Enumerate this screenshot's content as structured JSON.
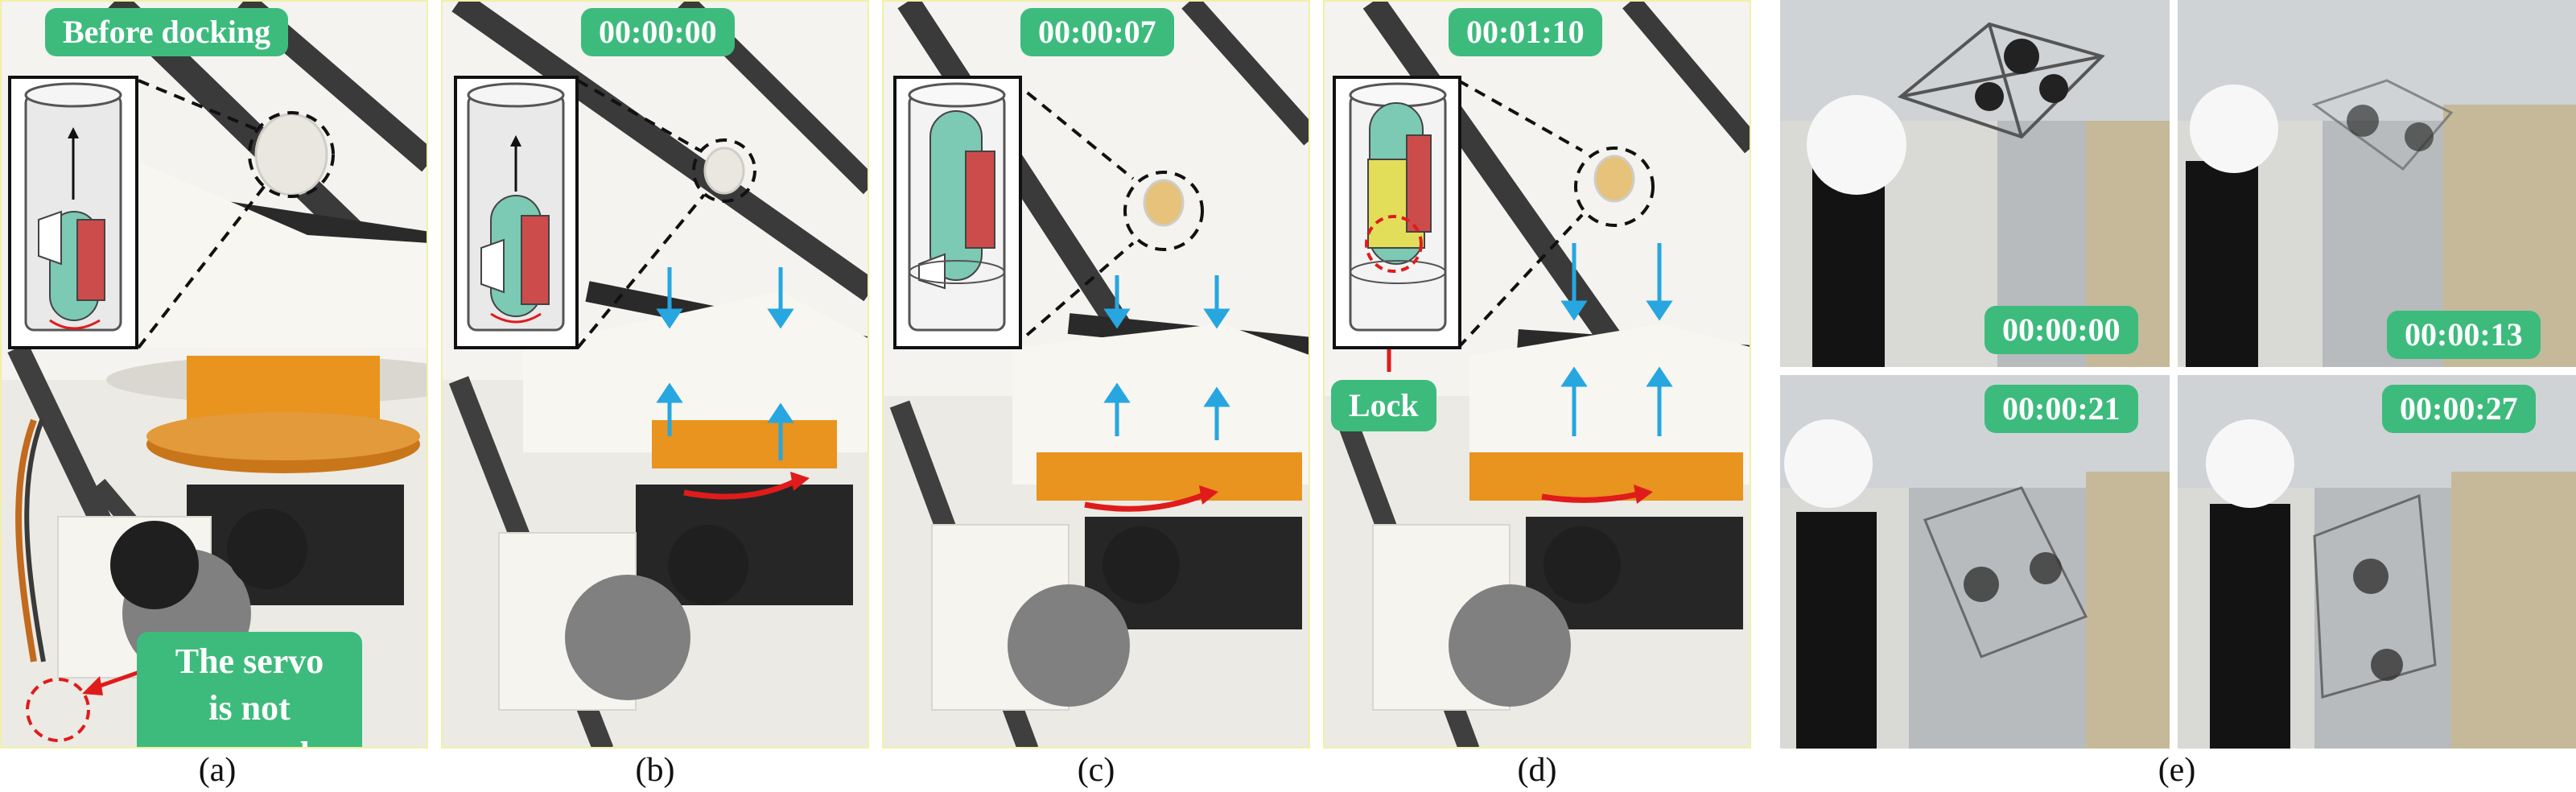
{
  "panels": {
    "a": {
      "caption": "(a)",
      "label_top": "Before docking",
      "note": "The servo is not powered."
    },
    "b": {
      "caption": "(b)",
      "timestamp": "00:00:00"
    },
    "c": {
      "caption": "(c)",
      "timestamp": "00:00:07"
    },
    "d": {
      "caption": "(d)",
      "timestamp": "00:01:10",
      "lock_label": "Lock"
    },
    "e": {
      "caption": "(e)",
      "timestamps": [
        "00:00:00",
        "00:00:13",
        "00:00:21",
        "00:00:27"
      ]
    }
  },
  "colors": {
    "badge": "#3dbb7d",
    "arrow_blue": "#27a6e0",
    "arrow_red": "#e01b1b",
    "gear_orange": "#e8941e",
    "dock_green": "#7cc9b4",
    "latch_red": "#cc4c4c",
    "latch_yellow": "#e2de5a"
  }
}
